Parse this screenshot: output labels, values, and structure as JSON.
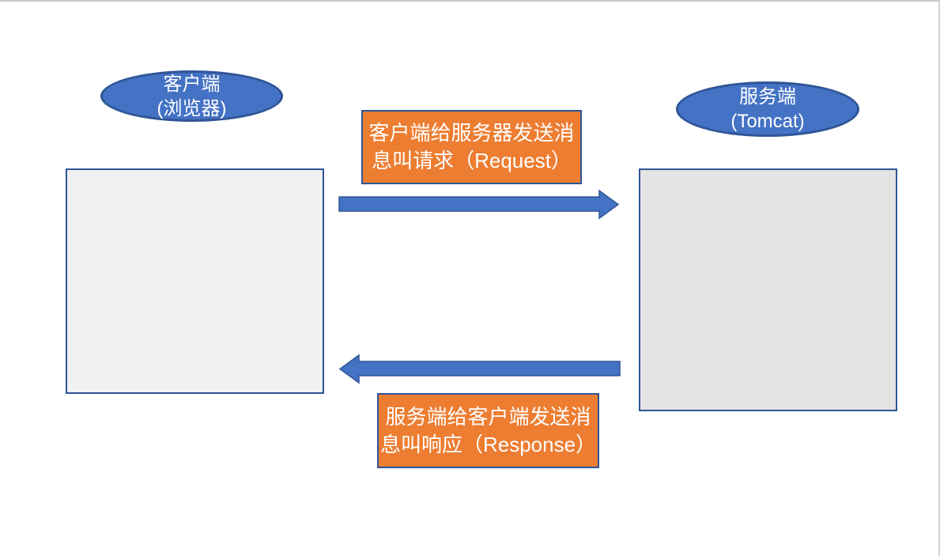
{
  "diagram_title": "client-server request-response diagram",
  "colors": {
    "blue_fill": "#4472C4",
    "blue_border": "#2F5597",
    "orange_fill": "#ED7D31",
    "orange_border": "#2F5597",
    "client_box_fill": "#f1f1f1",
    "server_box_fill": "#e5e4e4",
    "box_border": "#2F5597",
    "label_text": "#ffffff",
    "edge_line": "#d2d2d2"
  },
  "client": {
    "label_line1": "客户端",
    "label_line2": "(浏览器)"
  },
  "server": {
    "label_line1": "服务端",
    "label_line2": "(Tomcat)"
  },
  "request": {
    "line1": "客户端给服务器发送消",
    "line2": "息叫请求（Request）"
  },
  "response": {
    "line1": "服务端给客户端发送消",
    "line2": "息叫响应（Response）"
  },
  "icons": {
    "request_arrow": "arrow-right",
    "response_arrow": "arrow-left"
  }
}
